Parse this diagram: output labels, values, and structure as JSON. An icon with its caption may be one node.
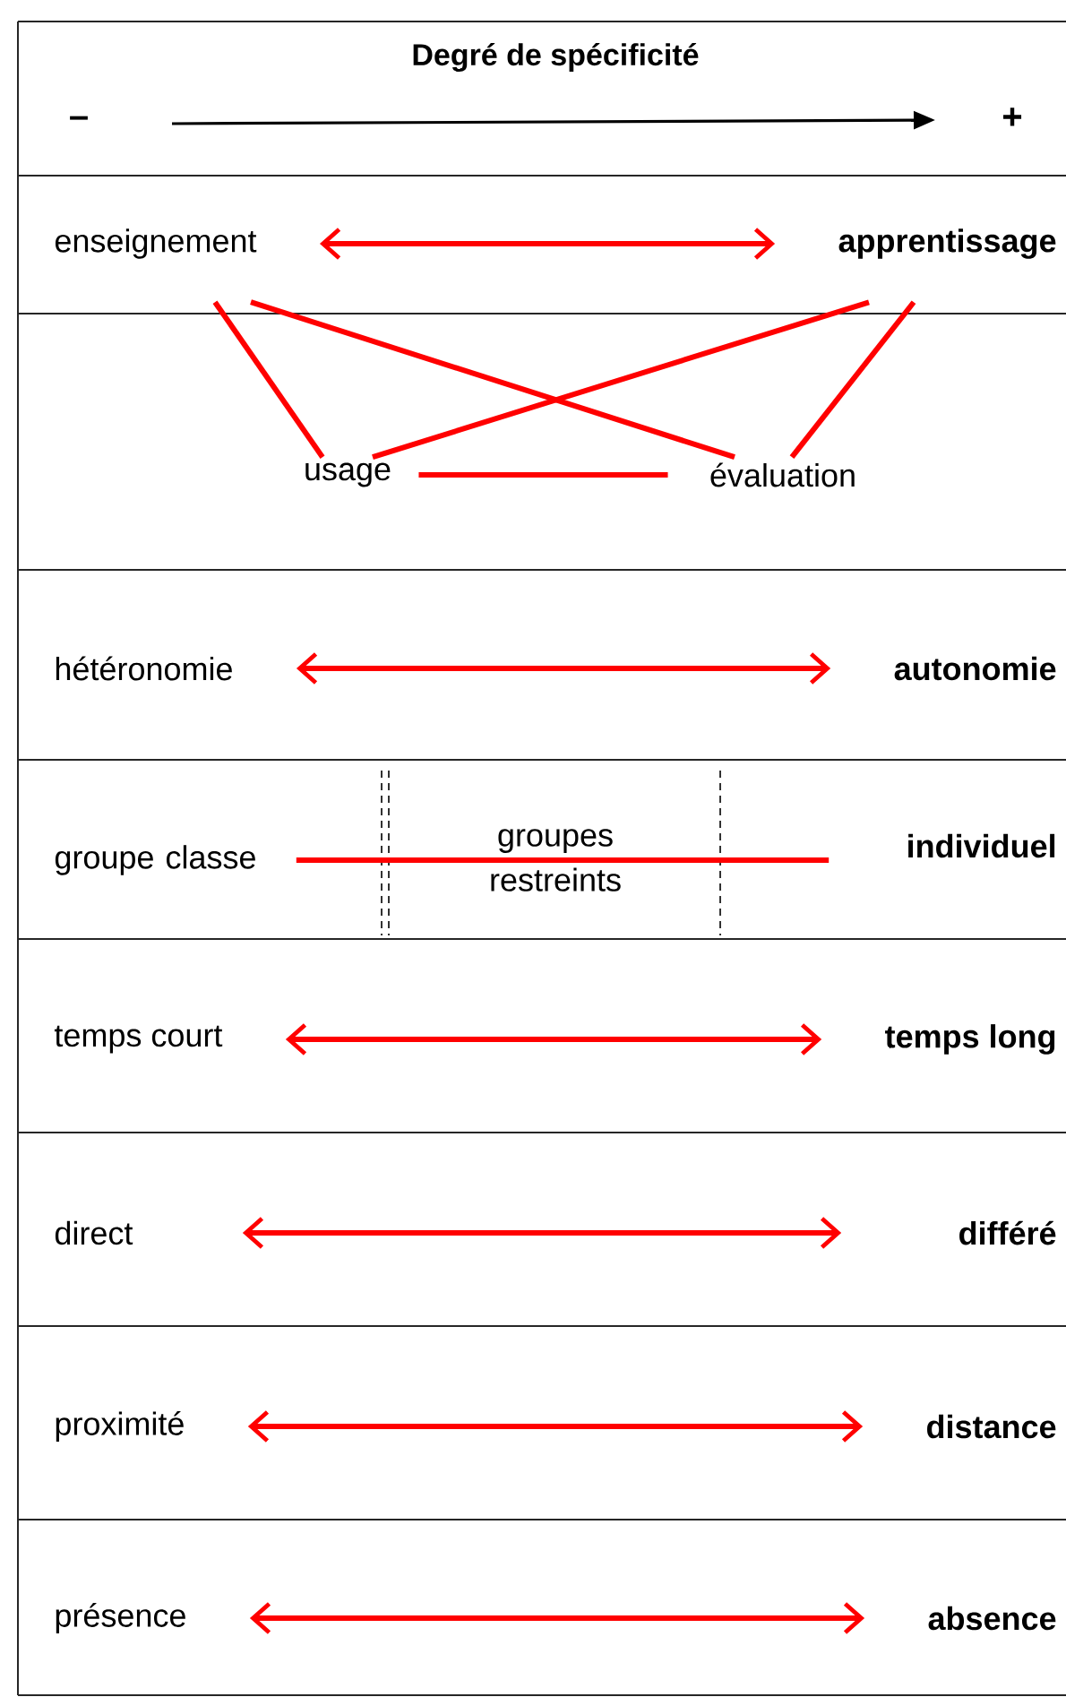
{
  "diagram": {
    "title": "Degré de spécificité",
    "nodes": [
      {
        "text": [
          "enseignement"
        ]
      },
      {
        "text": [
          "apprentissage"
        ]
      },
      {
        "text": [
          "usage"
        ]
      },
      {
        "text": [
          "évaluation"
        ]
      },
      {
        "text": [
          "hétéronomie"
        ]
      },
      {
        "text": [
          "autonomie"
        ]
      },
      {
        "text": [
          "groupe classe"
        ]
      },
      {
        "text": [
          "groupes restreints"
        ]
      },
      {
        "text": [
          "individuel"
        ]
      },
      {
        "text": [
          "temps court"
        ]
      },
      {
        "text": [
          "temps long"
        ]
      },
      {
        "text": [
          "direct"
        ]
      },
      {
        "text": [
          "différé"
        ]
      },
      {
        "text": [
          "proximité"
        ]
      },
      {
        "text": [
          "distance"
        ]
      },
      {
        "text": [
          "présence"
        ]
      },
      {
        "text": [
          "absence"
        ]
      }
    ],
    "edges": [
      {
        "from": 0,
        "to": 1,
        "arrow": "both"
      },
      {
        "from": 0,
        "to": 2,
        "arrow": "none"
      },
      {
        "from": 0,
        "to": 3,
        "arrow": "none"
      },
      {
        "from": 1,
        "to": 2,
        "arrow": "none"
      },
      {
        "from": 1,
        "to": 3,
        "arrow": "none"
      },
      {
        "from": 2,
        "to": 3,
        "arrow": "none"
      },
      {
        "from": 4,
        "to": 5,
        "arrow": "both"
      },
      {
        "from": 6,
        "to": 8,
        "arrow": "none"
      },
      {
        "from": 9,
        "to": 10,
        "arrow": "both"
      },
      {
        "from": 11,
        "to": 12,
        "arrow": "both"
      },
      {
        "from": 13,
        "to": 14,
        "arrow": "both"
      },
      {
        "from": 15,
        "to": 16,
        "arrow": "both"
      }
    ],
    "labels": [
      "–",
      "+"
    ]
  }
}
